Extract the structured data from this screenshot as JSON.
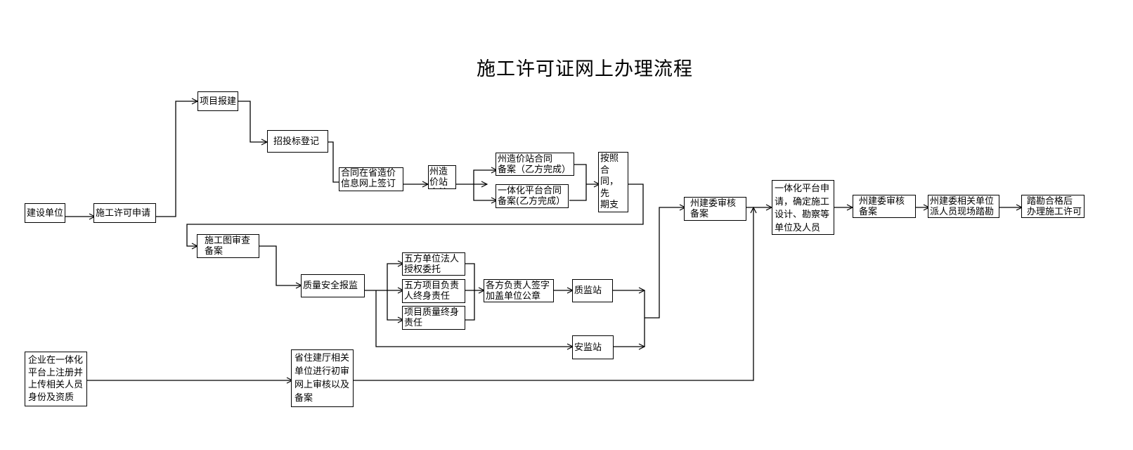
{
  "title": "施工许可证网上办理流程",
  "nodes": {
    "jianshe_danwei": "建设单位",
    "shigong_shenqing": "施工许可申请",
    "xiangmu_baojian": "项目报建",
    "zhaotoubiao": "招投标登记",
    "hetong_qianding": "合同在省造价\n信息网上签订",
    "zhou_zaojia_shenhe": "州造价站\n审核",
    "zhou_hetong_beian": "州造价站合同\n备案（乙方完成）",
    "yitihua_hetong_beian": "一体化平台合同\n备案(乙方完成）",
    "nongmingong_gongzi": "按照合\n同，先\n期支付\n农民工\n工资",
    "tuzhi_shencha": "施工图审查\n备案",
    "zhiliang_anquan": "质量安全报监",
    "wufang_faren": "五方单位法人\n授权委托",
    "wufang_xiangmu": "五方项目负责\n人终身责任",
    "xiangmu_zhiliang": "项目质量终身\n责任",
    "gefang_qianzi": "各方负责人签字\n加盖单位公章",
    "zhijian_zhan": "质监站",
    "anjian_zhan": "安监站",
    "qiye_zhuce": "企业在一体化\n平台上注册并\n上传相关人员\n身份及资质",
    "sheng_zhujianting": "省住建厅相关\n单位进行初审\n网上审核以及\n备案",
    "zhou_jianwei_beian_1": "州建委审核\n备案",
    "yitihua_queding": "一体化平台申\n请，确定施工\n设计、勘察等\n单位及人员",
    "zhou_jianwei_beian_2": "州建委审核\n备案",
    "xianchang_takan": "州建委相关单位\n派人员现场踏勘",
    "banli_xuke": "踏勘合格后\n办理施工许可"
  }
}
